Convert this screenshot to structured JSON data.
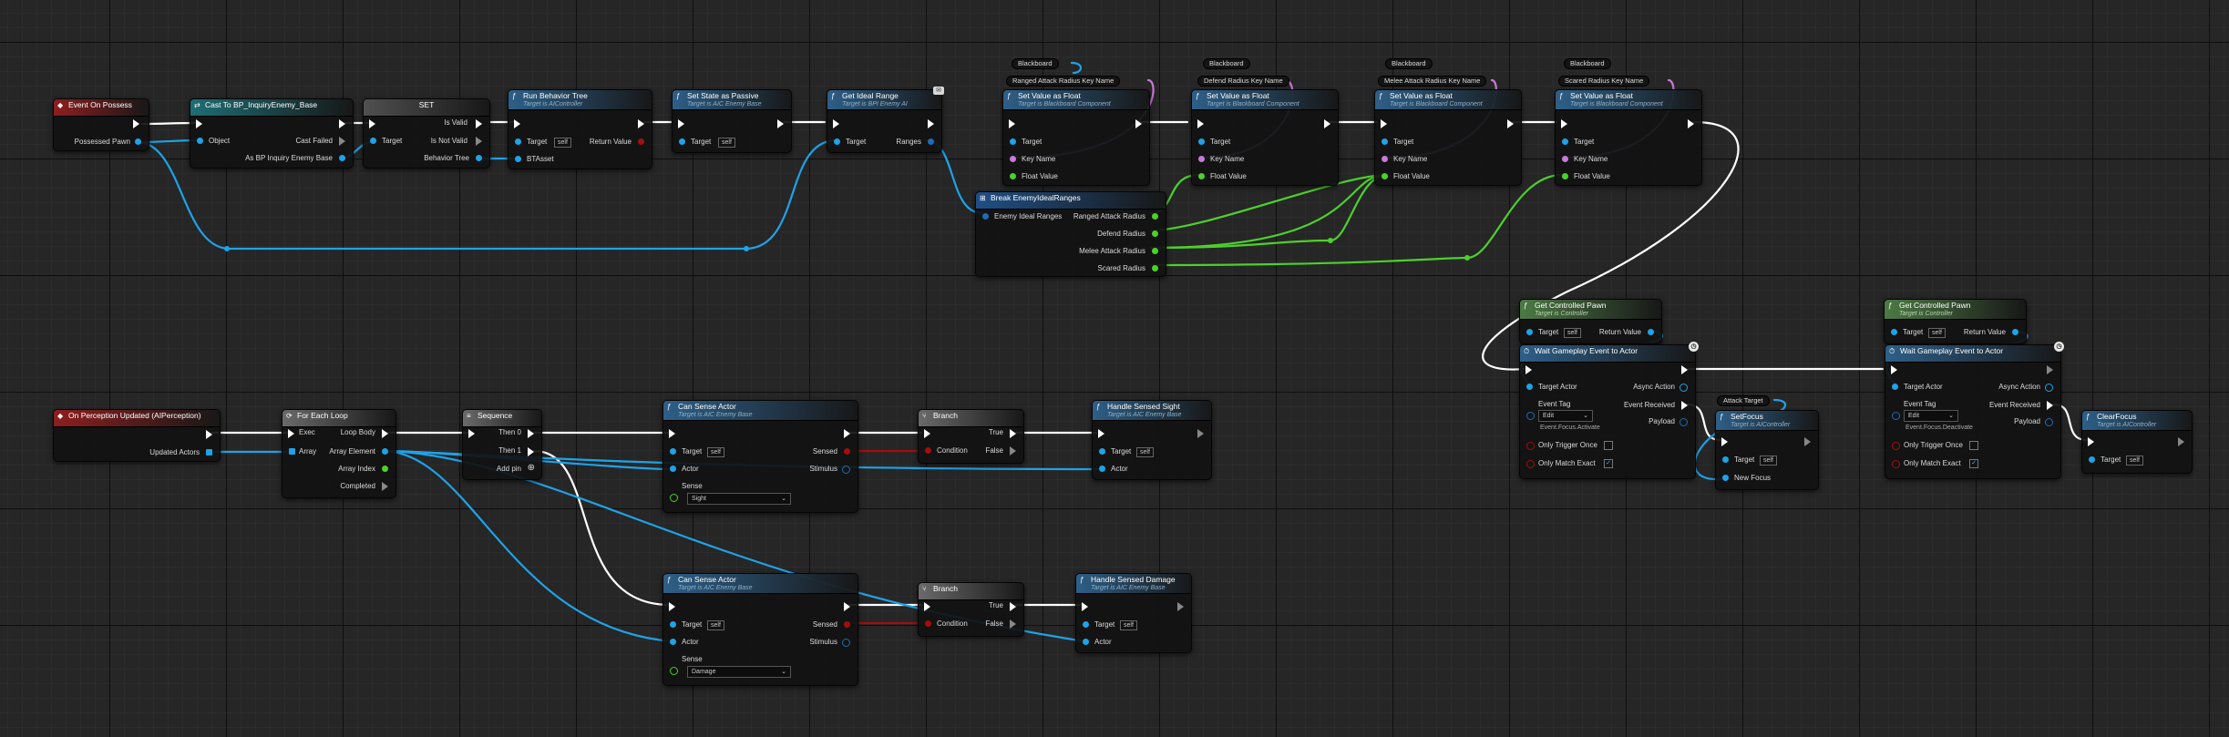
{
  "colors": {
    "exec": "#ffffff",
    "object": "#1ea3e8",
    "float": "#4cd12b",
    "name": "#c87ad8",
    "bool": "#a30e0e",
    "struct": "#1f6bb8"
  },
  "event_on_possess": {
    "title": "Event On Possess",
    "pin": "Possessed Pawn"
  },
  "cast": {
    "title": "Cast To BP_InquiryEnemy_Base",
    "object": "Object",
    "cast_failed": "Cast Failed",
    "as": "As BP Inquiry Enemy Base"
  },
  "set_node": {
    "title": "SET",
    "target": "Target",
    "is_valid": "Is Valid",
    "is_not_valid": "Is Not Valid",
    "behavior_tree": "Behavior Tree"
  },
  "run_bt": {
    "title": "Run Behavior Tree",
    "subtitle": "Target is AIController",
    "target": "Target",
    "self": "self",
    "return_value": "Return Value",
    "bt_asset": "BTAsset"
  },
  "set_state_passive": {
    "title": "Set State as Passive",
    "subtitle": "Target is AIC Enemy Base",
    "target": "Target",
    "self": "self"
  },
  "get_ideal_range": {
    "title": "Get Ideal Range",
    "subtitle": "Target is BPI Enemy AI",
    "target": "Target",
    "ranges": "Ranges"
  },
  "set_float_common": {
    "title": "Set Value as Float",
    "subtitle": "Target is Blackboard Component",
    "target": "Target",
    "key_name": "Key Name",
    "float_value": "Float Value",
    "blackboard": "Blackboard"
  },
  "key_names": [
    "Ranged Attack Radius Key Name",
    "Defend Radius Key Name",
    "Melee Attack Radius Key Name",
    "Scared Radius Key Name"
  ],
  "break_ranges": {
    "title": "Break EnemyIdealRanges",
    "input": "Enemy Ideal Ranges",
    "outputs": [
      "Ranged Attack Radius",
      "Defend Radius",
      "Melee Attack Radius",
      "Scared Radius"
    ]
  },
  "on_perception": {
    "title": "On Perception Updated (AIPerception)",
    "pin": "Updated Actors"
  },
  "foreach": {
    "title": "For Each Loop",
    "exec": "Exec",
    "array": "Array",
    "loop_body": "Loop Body",
    "array_element": "Array Element",
    "array_index": "Array Index",
    "completed": "Completed"
  },
  "sequence": {
    "title": "Sequence",
    "then0": "Then 0",
    "then1": "Then 1",
    "add_pin": "Add pin"
  },
  "can_sense_1": {
    "title": "Can Sense Actor",
    "subtitle": "Target is AIC Enemy Base",
    "target": "Target",
    "self": "self",
    "actor": "Actor",
    "sensed": "Sensed",
    "stimulus": "Stimulus",
    "sense": "Sense",
    "sense_value": "Sight"
  },
  "can_sense_2": {
    "title": "Can Sense Actor",
    "subtitle": "Target is AIC Enemy Base",
    "target": "Target",
    "self": "self",
    "actor": "Actor",
    "sensed": "Sensed",
    "stimulus": "Stimulus",
    "sense": "Sense",
    "sense_value": "Damage"
  },
  "branch": {
    "title": "Branch",
    "condition": "Condition",
    "true": "True",
    "false": "False"
  },
  "handle_sight": {
    "title": "Handle Sensed Sight",
    "subtitle": "Target is AIC Enemy Base",
    "target": "Target",
    "self": "self",
    "actor": "Actor"
  },
  "handle_damage": {
    "title": "Handle Sensed Damage",
    "subtitle": "Target is AIC Enemy Base",
    "target": "Target",
    "self": "self",
    "actor": "Actor"
  },
  "get_controlled_pawn": {
    "title": "Get Controlled Pawn",
    "subtitle": "Target is Controller",
    "target": "Target",
    "self": "self",
    "return_value": "Return Value"
  },
  "wait_event_1": {
    "title": "Wait Gameplay Event to Actor",
    "target_actor": "Target Actor",
    "async_action": "Async Action",
    "event_received": "Event Received",
    "payload": "Payload",
    "event_tag": "Event Tag",
    "tag_value": "Edit",
    "tag_name": "Event.Focus.Activate",
    "only_trigger_once": "Only Trigger Once",
    "only_match_exact": "Only Match Exact"
  },
  "wait_event_2": {
    "title": "Wait Gameplay Event to Actor",
    "target_actor": "Target Actor",
    "async_action": "Async Action",
    "event_received": "Event Received",
    "payload": "Payload",
    "event_tag": "Event Tag",
    "tag_value": "Edit",
    "tag_name": "Event.Focus.Deactivate",
    "only_trigger_once": "Only Trigger Once",
    "only_match_exact": "Only Match Exact"
  },
  "attack_target": "Attack Target",
  "set_focus": {
    "title": "SetFocus",
    "subtitle": "Target is AIController",
    "target": "Target",
    "self": "self",
    "new_focus": "New Focus"
  },
  "clear_focus": {
    "title": "ClearFocus",
    "subtitle": "Target is AIController",
    "target": "Target",
    "self": "self"
  }
}
